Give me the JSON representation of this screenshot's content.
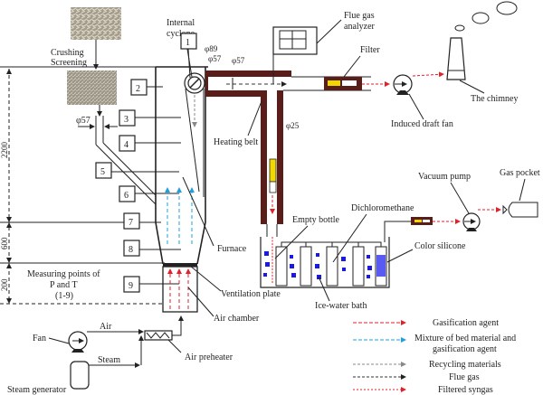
{
  "title": "Biomass gasification experimental system schematic",
  "feed": {
    "process_label_1": "Crushing",
    "process_label_2": "Screening"
  },
  "measuring_points": [
    "1",
    "2",
    "3",
    "4",
    "5",
    "6",
    "7",
    "8",
    "9"
  ],
  "measuring_points_caption": [
    "Measuring points of",
    "P and T",
    "(1-9)"
  ],
  "dimensions": {
    "upper_height": "2200",
    "middle_height": "600",
    "lower_height": "200",
    "cyclone_dia": "φ89",
    "cyclone_outlet_dia": "φ57",
    "pipe_dia": "φ57",
    "feeder_dia": "φ57",
    "sampling_dia": "φ25"
  },
  "components": {
    "internal_cyclone": [
      "Internal",
      "cyclone"
    ],
    "flue_gas_analyzer": [
      "Flue gas",
      "analyzer"
    ],
    "filter": "Filter",
    "induced_draft_fan": "Induced draft fan",
    "chimney": "The chimney",
    "heating_belt": "Heating belt",
    "furnace": "Furnace",
    "ventilation_plate": "Ventilation plate",
    "air_chamber": "Air chamber",
    "air_preheater": "Air preheater",
    "fan": "Fan",
    "air": "Air",
    "steam": "Steam",
    "steam_generator": "Steam generator",
    "empty_bottle": "Empty bottle",
    "dichloromethane": "Dichloromethane",
    "color_silicone": "Color silicone",
    "ice_water_bath": "Ice-water bath",
    "vacuum_pump": "Vacuum pump",
    "gas_pocket": "Gas pocket"
  },
  "legend": [
    {
      "label": [
        "Gasification agent"
      ],
      "color": "#e0202a",
      "style": "dashed"
    },
    {
      "label": [
        "Mixture of bed material and",
        "gasification agent"
      ],
      "color": "#1ea0e0",
      "style": "dashed"
    },
    {
      "label": [
        "Recycling materials"
      ],
      "color": "#888888",
      "style": "dashed"
    },
    {
      "label": [
        "Flue gas"
      ],
      "color": "#333333",
      "style": "dashed"
    },
    {
      "label": [
        "Filtered syngas"
      ],
      "color": "#e0202a",
      "style": "dotted"
    }
  ],
  "colors": {
    "heating_belt": "#5a1e1a",
    "filter_element": "#f0d800",
    "silica_gel": "#1a1ae0"
  }
}
